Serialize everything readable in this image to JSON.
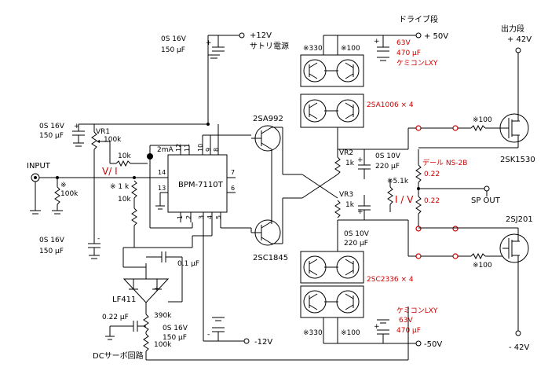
{
  "title_drive": "ドライブ段",
  "title_output": "出力段",
  "rails": {
    "plus12": "+12V",
    "minus12": "-12V",
    "plus50": "+ 50V",
    "minus50": "-50V",
    "plus42": "+ 42V",
    "minus42": "- 42V",
    "satori": "サトリ電源"
  },
  "ics": {
    "bpm": "BPM-7110T",
    "lf411": "LF411",
    "bpm_pins": [
      "14",
      "13",
      "12",
      "11",
      "10",
      "9",
      "8",
      "7",
      "6",
      "1",
      "2",
      "3",
      "4",
      "5"
    ],
    "bpm_current": "2mA"
  },
  "transistors": {
    "q_2sa992": "2SA992",
    "q_2sc1845": "2SC1845",
    "q_2sa1006": "2SA1006 × 4",
    "q_2sc2336": "2SC2336 × 4",
    "q_2sk1530": "2SK1530",
    "q_2sj201": "2SJ201"
  },
  "caps": {
    "c_top_volt": "0S 16V",
    "c_top_val": "150 μF",
    "c_left_volt": "0S 16V",
    "c_left_val": "150 μF",
    "c_left2_volt": "0S 16V",
    "c_left2_val": "150 μF",
    "c_bot_volt": "0S 16V",
    "c_bot_val": "150 μF",
    "c_drive_top_volt": "63V",
    "c_drive_top_val": "470 μF",
    "c_drive_top_type": "ケミコンLXY",
    "c_drive_bot_type": "ケミコンLXY",
    "c_drive_bot_volt": "63V",
    "c_drive_bot_val": "470 μF",
    "c_mid1_volt": "0S 10V",
    "c_mid1_val": "220 μF",
    "c_mid2_volt": "0S 10V",
    "c_mid2_val": "220 μF",
    "c_servo": "0.1 μF",
    "c_in": "0.22 μF"
  },
  "resistors": {
    "vr1": "VR1",
    "vr1_val": "100k",
    "r_in": "※\n100k",
    "r_10k_a": "10k",
    "r_1k": "※ 1 k",
    "r_10k_b": "10k",
    "r_390k": "390k",
    "r_100k": "100k",
    "r330_top": "※330",
    "r100_top": "※100",
    "r330_bot": "※330",
    "r100_bot": "※100",
    "vr2": "VR2",
    "vr2_val": "1k",
    "vr3": "VR3",
    "vr3_val": "1k",
    "r51k": "※5.1k",
    "r100_gate_top": "※100",
    "r100_gate_bot": "※100",
    "r022_a": "0.22",
    "r022_b": "0.22",
    "dale": "デール NS-2B"
  },
  "labels": {
    "input": "INPUT",
    "vi": "V/ I",
    "iv": "I / V",
    "sp_out": "SP OUT",
    "dc_servo": "DCサーボ回路"
  }
}
